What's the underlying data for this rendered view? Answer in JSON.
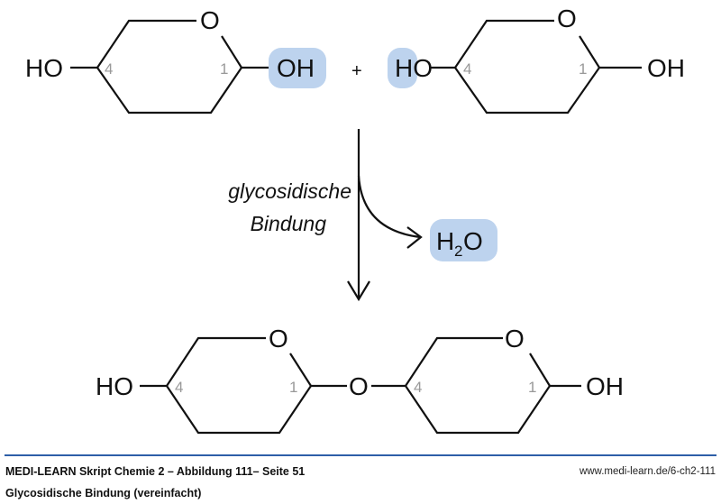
{
  "diagram": {
    "reactant1": {
      "left_group": "HO",
      "right_group": "OH",
      "ring_o": "O",
      "pos_left": "4",
      "pos_right": "1"
    },
    "plus": "+",
    "reactant2": {
      "left_group": "HO",
      "right_group": "OH",
      "ring_o": "O",
      "pos_left": "4",
      "pos_right": "1"
    },
    "arrow_label_line1": "glycosidische",
    "arrow_label_line2": "Bindung",
    "byproduct": {
      "main": "H",
      "sub": "2",
      "tail": "O"
    },
    "product": {
      "left_group": "HO",
      "bridge_o": "O",
      "right_group": "OH",
      "ring_o": "O",
      "pos_left": "4",
      "pos_right": "1"
    },
    "highlight_color": "#bdd3ee"
  },
  "footer": {
    "title": "MEDI-LEARN Skript Chemie 2 – Abbildung 111– Seite 51",
    "subtitle": "Glycosidische Bindung (vereinfacht)",
    "url": "www.medi-learn.de/6-ch2-111",
    "rule_color": "#2e5fa8"
  }
}
